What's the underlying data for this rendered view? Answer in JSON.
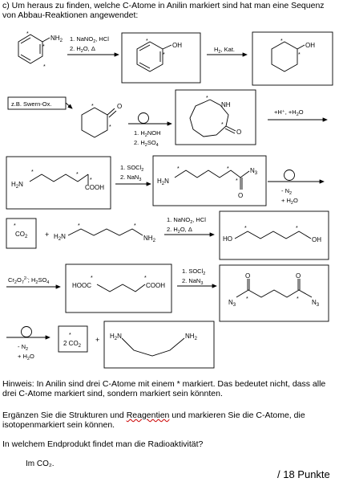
{
  "header": {
    "intro": "c) Um heraus zu finden, welche C-Atome in Anilin markiert sind hat man eine Sequenz von Abbau-Reaktionen angewendet:"
  },
  "scheme": {
    "row1": {
      "nh2": "NH",
      "nh2_sub": "2",
      "reagent1_line1": "1. NaNO",
      "reagent1_line1_sub": "2",
      "reagent1_line1_rest": ", HCl",
      "reagent1_line2": "2. H",
      "reagent1_line2_sub": "2",
      "reagent1_line2_rest": "O, Δ",
      "phenol_oh": "OH",
      "reagent2": "H",
      "reagent2_sub": "2",
      "reagent2_rest": ", Kat.",
      "cyclohexanol_oh": "OH"
    },
    "row2": {
      "reagent_box": "z.B. Swern-Ox.",
      "ketone_o": "O",
      "reagent1_line1": "1. H",
      "reagent1_line1_sub": "2",
      "reagent1_line1_rest": "NOH",
      "reagent1_line2": "2. H",
      "reagent1_line2_sub": "2",
      "reagent1_line2_rest": "SO",
      "reagent1_line2_sub2": "4",
      "lactam_nh": "NH",
      "lactam_o": "O",
      "reagent2": "+H⁺, +H",
      "reagent2_sub": "2",
      "reagent2_rest": "O"
    },
    "row3": {
      "h2n": "H",
      "h2n_sub": "2",
      "h2n_rest": "N",
      "cooh": "COOH",
      "reagent1_line1": "1. SOCl",
      "reagent1_line1_sub": "2",
      "reagent1_line2": "2. NaN",
      "reagent1_line2_sub": "3",
      "n3": "N",
      "n3_sub": "3",
      "o": "O",
      "loss1": "- N",
      "loss1_sub": "2",
      "loss2": "+ H",
      "loss2_sub": "2",
      "loss2_rest": "O"
    },
    "row4": {
      "co2": "CO",
      "co2_sub": "2",
      "plus": "+",
      "nh2": "NH",
      "nh2_sub": "2",
      "reagent1_line1": "1. NaNO",
      "reagent1_line1_sub": "2",
      "reagent1_line1_rest": ", HCl",
      "reagent1_line2": "2. H",
      "reagent1_line2_sub": "2",
      "reagent1_line2_rest": "O, Δ",
      "ho": "HO",
      "oh": "OH"
    },
    "row5": {
      "reagent_a": "Cr",
      "reagent_a_sub": "2",
      "reagent_a_mid": "O",
      "reagent_a_sub2": "7",
      "reagent_a_sup": "2-",
      "reagent_a_rest": "; H",
      "reagent_a_sub3": "2",
      "reagent_a_rest2": "SO",
      "reagent_a_sub4": "4",
      "hooc": "HOOC",
      "cooh": "COOH",
      "reagent1_line1": "1. SOCl",
      "reagent1_line1_sub": "2",
      "reagent1_line2": "2. NaN",
      "reagent1_line2_sub": "3",
      "n3": "N",
      "n3_sub": "3",
      "o": "O"
    },
    "row6": {
      "loss1": "- N",
      "loss1_sub": "2",
      "loss2": "+ H",
      "loss2_sub": "2",
      "loss2_rest": "O",
      "co2": "2 CO",
      "co2_sub": "2",
      "plus": "+",
      "nh2": "NH",
      "nh2_sub": "2"
    },
    "star": "*"
  },
  "notes": {
    "hint": "Hinweis: In Anilin sind drei C-Atome mit einem * markiert. Das bedeutet nicht, dass alle drei C-Atome markiert sind, sondern markiert sein könnten.",
    "task_a": "Ergänzen Sie die Strukturen und ",
    "task_underlined": "Reagentien",
    "task_b": " und markieren Sie die C-Atome, die isotopenmarkiert sein können.",
    "question": "In welchem Endprodukt findet man die Radioaktivität?",
    "answer": "Im CO₂.",
    "points": "/ 18 Punkte"
  }
}
